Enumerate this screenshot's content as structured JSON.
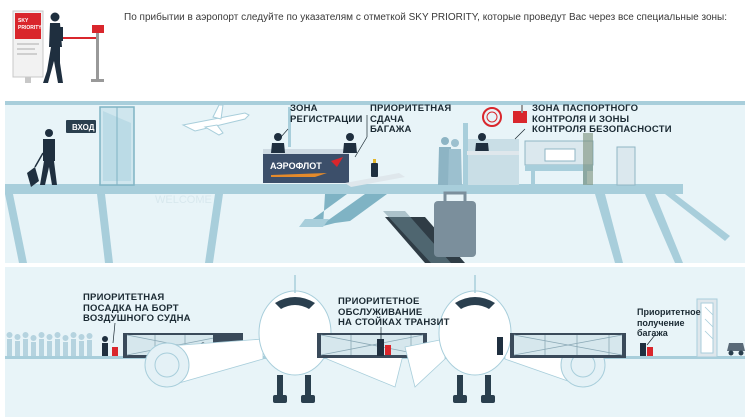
{
  "intro": {
    "text": "По прибытии в аэропорт следуйте по указателям с отметкой SKY PRIORITY, которые проведут Вас через все специальные зоны:",
    "sign_text": "SKY\nPRIORITY"
  },
  "top_panel": {
    "entrance_sign": "ВХОД",
    "registration_label": "ЗОНА\nРЕГИСТРАЦИИ",
    "baggage_drop_label": "ПРИОРИТЕТНАЯ\nСДАЧА\nБАГАЖА",
    "passport_label": "ЗОНА ПАСПОРТНОГО\nКОНТРОЛЯ И ЗОНЫ\nКОНТРОЛЯ БЕЗОПАСНОСТИ",
    "counter_brand": "АЭРОФЛОТ",
    "welcome_text": "WELCOME"
  },
  "bottom_panel": {
    "boarding_label": "ПРИОРИТЕТНАЯ\nПОСАДКА НА БОРТ\nВОЗДУШНОГО СУДНА",
    "transit_label": "ПРИОРИТЕТНОЕ\nОБСЛУЖИВАНИЕ\nНА СТОЙКАХ ТРАНЗИТ",
    "baggage_claim_label": "Приоритетное\nполучение\nбагажа"
  },
  "colors": {
    "panel_bg": "#e8f4f8",
    "structure": "#a8cedb",
    "structure_dark": "#7fb3c4",
    "text_dark": "#1b2a33",
    "accent_red": "#d9262c"
  }
}
